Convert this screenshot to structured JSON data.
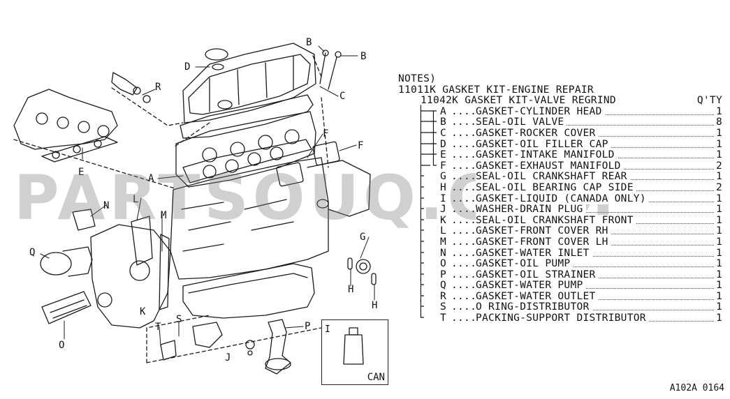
{
  "watermark": "PARTSOUQ.COM",
  "reference": "A102A 0164",
  "callouts": [
    "A",
    "B",
    "B",
    "C",
    "D",
    "E",
    "F",
    "F",
    "G",
    "H",
    "H",
    "I",
    "J",
    "K",
    "L",
    "M",
    "N",
    "O",
    "P",
    "Q",
    "R",
    "S",
    "T"
  ],
  "can_box": {
    "letter": "I",
    "label": "CAN"
  },
  "notes": {
    "title": "NOTES)",
    "kit1": "11011K GASKET KIT-ENGINE REPAIR",
    "kit2": "11042K GASKET KIT-VALVE REGRIND",
    "qty_header": "Q'TY",
    "items": [
      {
        "tree": "├─┬",
        "code": "A",
        "name": "GASKET-CYLINDER HEAD",
        "qty": "1"
      },
      {
        "tree": "├─┼",
        "code": "B",
        "name": "SEAL-OIL VALVE",
        "qty": "8"
      },
      {
        "tree": "├─┼",
        "code": "C",
        "name": "GASKET-ROCKER COVER",
        "qty": "1"
      },
      {
        "tree": "├─┼",
        "code": "D",
        "name": "GASKET-OIL FILLER CAP",
        "qty": "1"
      },
      {
        "tree": "├─┼",
        "code": "E",
        "name": "GASKET-INTAKE MANIFOLD",
        "qty": "1"
      },
      {
        "tree": "├─└",
        "code": "F",
        "name": "GASKET-EXHAUST MANIFOLD",
        "qty": "2"
      },
      {
        "tree": "├",
        "code": "G",
        "name": "SEAL-OIL CRANKSHAFT REAR",
        "qty": "1"
      },
      {
        "tree": "├",
        "code": "H",
        "name": "SEAL-OIL BEARING CAP SIDE",
        "qty": "2"
      },
      {
        "tree": "├",
        "code": "I",
        "name": "GASKET-LIQUID (CANADA ONLY)",
        "qty": "1"
      },
      {
        "tree": "├",
        "code": "J",
        "name": "WASHER-DRAIN PLUG",
        "qty": "1"
      },
      {
        "tree": "├",
        "code": "K",
        "name": "SEAL-OIL CRANKSHAFT FRONT",
        "qty": "1"
      },
      {
        "tree": "├",
        "code": "L",
        "name": "GASKET-FRONT COVER RH",
        "qty": "1"
      },
      {
        "tree": "├",
        "code": "M",
        "name": "GASKET-FRONT COVER LH",
        "qty": "1"
      },
      {
        "tree": "├",
        "code": "N",
        "name": "GASKET-WATER INLET",
        "qty": "1"
      },
      {
        "tree": "├",
        "code": "O",
        "name": "GASKET-OIL PUMP",
        "qty": "1"
      },
      {
        "tree": "├",
        "code": "P",
        "name": "GASKET-OIL STRAINER",
        "qty": "1"
      },
      {
        "tree": "├",
        "code": "Q",
        "name": "GASKET-WATER PUMP",
        "qty": "1"
      },
      {
        "tree": "├",
        "code": "R",
        "name": "GASKET-WATER OUTLET",
        "qty": "1"
      },
      {
        "tree": "├",
        "code": "S",
        "name": "O RING-DISTRIBUTOR",
        "qty": "1"
      },
      {
        "tree": "└",
        "code": "T",
        "name": "PACKING-SUPPORT DISTRIBUTOR",
        "qty": "1"
      }
    ]
  }
}
